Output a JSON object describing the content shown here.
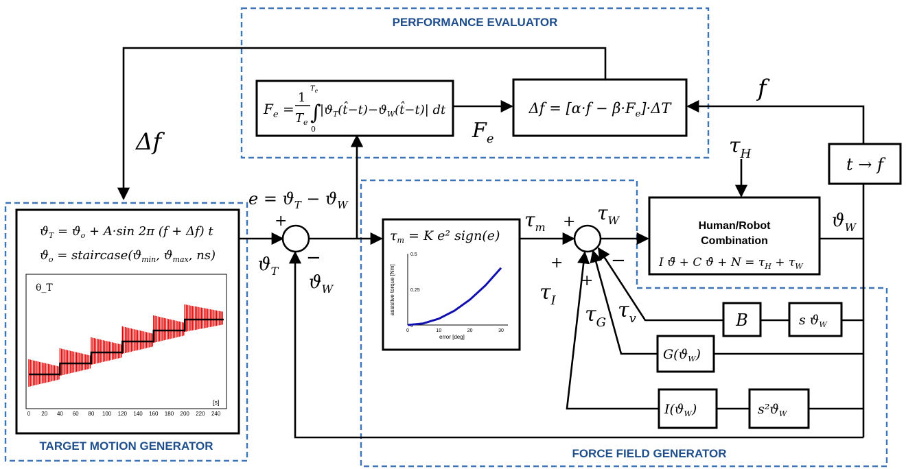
{
  "regions": {
    "performance_evaluator": "PERFORMANCE EVALUATOR",
    "target_motion_generator": "TARGET MOTION GENERATOR",
    "force_field_generator": "FORCE FIELD GENERATOR"
  },
  "blocks": {
    "fe_integral": "F_e = (1/T_e) ∫_0^{T_e} |ϑ_T(t̂−t) − ϑ_W(t̂−t)| dt",
    "delta_f": "Δf = [α·f − β·F_e]·ΔT",
    "t_to_f": "t → f",
    "target_eq1": "ϑ_T = ϑ_o + A·sin2π(f + Δf)t",
    "target_eq2": "ϑ_o = staircase(ϑ_min, ϑ_max, ns)",
    "torque_eq": "τ_m = K e² sign(e)",
    "human_robot_title": "Human/Robot",
    "human_robot_subtitle": "Combination",
    "human_robot_eq": "I ϑ̈ + C ϑ̇ + N = τ_H + τ_W",
    "b_block": "B",
    "s_theta": "s ϑ_W",
    "g_block": "G(ϑ_W)",
    "i_block": "I(ϑ_W)",
    "s2_theta": "s² ϑ_W"
  },
  "signals": {
    "delta_f": "Δf",
    "f": "f",
    "fe": "F_e",
    "tau_h": "τ_H",
    "error_eq": "e = ϑ_T − ϑ_W",
    "theta_t": "ϑ_T",
    "theta_w_feedback": "ϑ_W",
    "tau_m": "τ_m",
    "tau_w": "τ_W",
    "tau_i": "τ_I",
    "tau_g": "τ_G",
    "tau_v": "τ_v",
    "theta_w_out": "ϑ_W",
    "plus_left": "+",
    "minus_left": "−",
    "plus_top": "+",
    "plus_lower": "+",
    "plus_inner": "+",
    "minus_right": "−"
  },
  "chart_data": [
    {
      "type": "line",
      "title": "θ_T",
      "xlabel": "[s]",
      "x_ticks": [
        "0",
        "20",
        "40",
        "60",
        "80",
        "100",
        "120",
        "140",
        "160",
        "180",
        "200",
        "220",
        "240"
      ],
      "xlim": [
        0,
        250
      ],
      "series": [
        {
          "values_description_omitted": true,
          "x": [
            0,
            40,
            40,
            80,
            80,
            120,
            120,
            160,
            160,
            200,
            200,
            250
          ],
          "y": [
            1,
            1,
            2,
            2,
            3,
            3,
            4,
            4,
            5,
            5,
            6,
            6
          ]
        }
      ],
      "oscillation_color": "#e00000",
      "staircase_color": "#000000"
    },
    {
      "type": "line",
      "xlabel": "error [deg]",
      "ylabel": "assistive torque [Nm]",
      "x_ticks": [
        "0",
        "10",
        "20",
        "30"
      ],
      "y_ticks": [
        "0.5",
        "0.25",
        "0"
      ],
      "xlim": [
        0,
        30
      ],
      "ylim": [
        0,
        0.5
      ],
      "series": [
        {
          "x": [
            0,
            5,
            10,
            15,
            20,
            25,
            30
          ],
          "y": [
            0,
            0.011,
            0.044,
            0.1,
            0.178,
            0.278,
            0.4
          ]
        }
      ],
      "color": "#1010b0"
    }
  ],
  "colors": {
    "region_dash": "#3d74b8",
    "region_title": "#1f4e8c"
  }
}
